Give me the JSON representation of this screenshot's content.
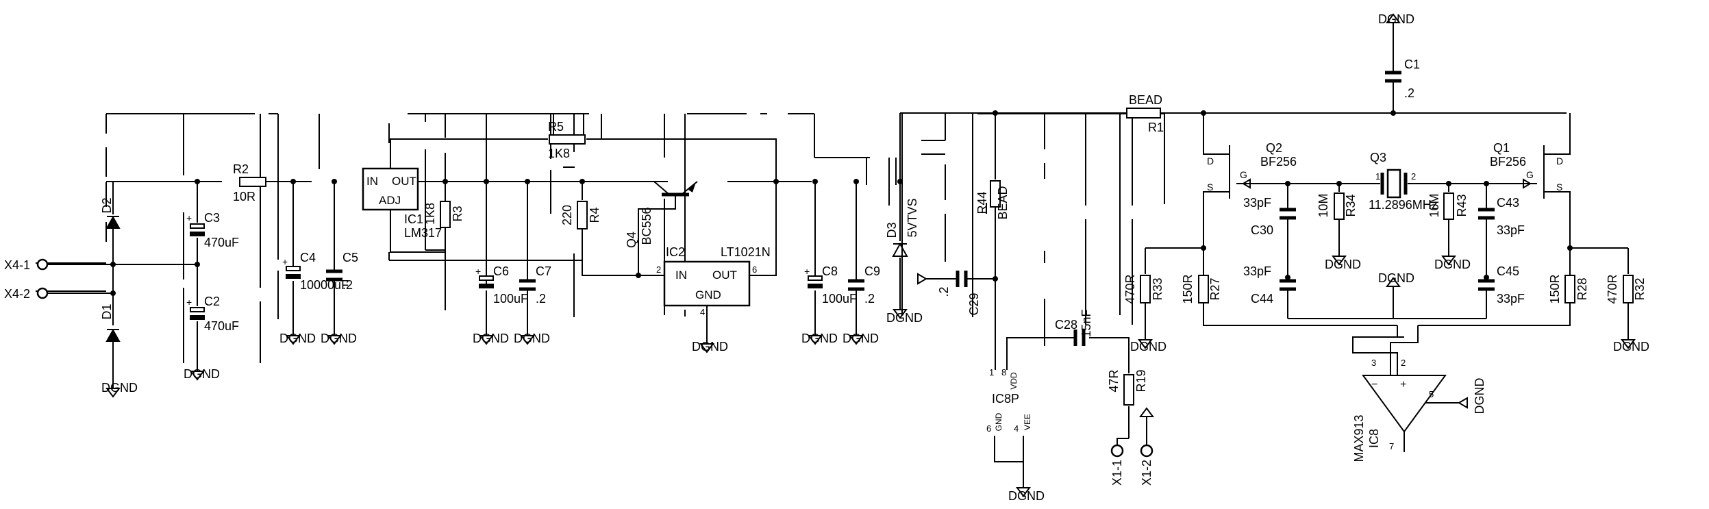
{
  "connectors": {
    "x4_1": "X4-1",
    "x4_2": "X4-2",
    "x1_1": "X1-1",
    "x1_2": "X1-2"
  },
  "nets": {
    "bead": "BEAD"
  },
  "ground": {
    "label": "DGND"
  },
  "components": {
    "d1": {
      "ref": "D1"
    },
    "d2": {
      "ref": "D2"
    },
    "c3": {
      "ref": "C3",
      "value": "470uF"
    },
    "c2": {
      "ref": "C2",
      "value": "470uF"
    },
    "r2": {
      "ref": "R2",
      "value": "10R"
    },
    "c4": {
      "ref": "C4",
      "value": "10000uF"
    },
    "c5": {
      "ref": "C5",
      "value": ".2"
    },
    "ic1": {
      "ref": "IC1",
      "value": "LM317",
      "pin_in": "IN",
      "pin_out": "OUT",
      "pin_adj": "ADJ"
    },
    "r3": {
      "ref": "R3",
      "value": "1K8"
    },
    "r5": {
      "ref": "R5",
      "value": "1K8"
    },
    "c6": {
      "ref": "C6",
      "value": "100uF"
    },
    "c7": {
      "ref": "C7",
      "value": ".2"
    },
    "r4": {
      "ref": "R4",
      "value": "220"
    },
    "q4": {
      "ref": "Q4",
      "value": "BC556"
    },
    "ic2": {
      "ref": "IC2",
      "value": "LT1021N",
      "pin_in": "IN",
      "pin_out": "OUT",
      "pin_gnd": "GND",
      "pin2": "2",
      "pin6": "6",
      "pin4": "4"
    },
    "c8": {
      "ref": "C8",
      "value": "100uF"
    },
    "c9": {
      "ref": "C9",
      "value": ".2"
    },
    "d3": {
      "ref": "D3",
      "value": "5VTVS"
    },
    "c29": {
      "ref": "C29",
      "value": ".2"
    },
    "r44": {
      "ref": "R44",
      "value": "BEAD"
    },
    "r1": {
      "ref": "R1"
    },
    "c1": {
      "ref": "C1",
      "value": ".2"
    },
    "c28": {
      "ref": "C28",
      "value": "15nF"
    },
    "r19": {
      "ref": "R19",
      "value": "47R"
    },
    "ic8p": {
      "ref": "IC8P",
      "vdd": "VDD",
      "gnd": "GND",
      "vee": "VEE",
      "p8": "8",
      "p1": "1",
      "p6": "6",
      "p4": "4"
    },
    "q2": {
      "ref": "Q2",
      "value": "BF256",
      "d": "D",
      "g": "G",
      "s": "S"
    },
    "q1": {
      "ref": "Q1",
      "value": "BF256",
      "d": "D",
      "g": "G",
      "s": "S"
    },
    "q3": {
      "ref": "Q3",
      "value": "11.2896MHz",
      "p1": "1",
      "p2": "2"
    },
    "r34": {
      "ref": "R34",
      "value": "10M"
    },
    "r43": {
      "ref": "R43",
      "value": "10M"
    },
    "c30": {
      "ref": "C30",
      "value": "33pF"
    },
    "c44": {
      "ref": "C44",
      "value": "33pF"
    },
    "c43": {
      "ref": "C43",
      "value": "33pF"
    },
    "c45": {
      "ref": "C45",
      "value": "33pF"
    },
    "r33": {
      "ref": "R33",
      "value": "470R"
    },
    "r27": {
      "ref": "R27",
      "value": "150R"
    },
    "r28": {
      "ref": "R28",
      "value": "150R"
    },
    "r32": {
      "ref": "R32",
      "value": "470R"
    },
    "ic8": {
      "ref": "IC8",
      "value": "MAX913",
      "p3": "3",
      "p2": "2",
      "p5": "5",
      "p7": "7",
      "minus": "−",
      "plus": "+"
    }
  }
}
